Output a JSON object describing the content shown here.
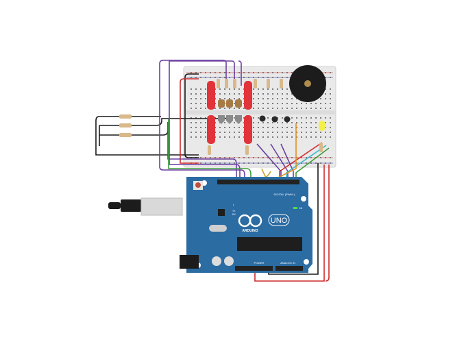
{
  "board": {
    "brand": "ARDUINO",
    "model": "UNO",
    "digital_header_label": "DIGITAL (PWM~)",
    "power_header_label": "POWER",
    "analog_header_label": "ANALOG IN",
    "led_labels": [
      "L",
      "TX",
      "RX"
    ],
    "on_label": "ON"
  },
  "colors": {
    "board": "#2b6ca3",
    "breadboard": "#e9e9e9",
    "wire_black": "#1a1a1a",
    "wire_purple": "#6b3fa0",
    "wire_green": "#3b9c3b",
    "wire_red": "#d02a2a",
    "wire_orange": "#e0901f",
    "wire_cyan": "#3ab7c8",
    "pushbutton_red": "#e0343a",
    "buzzer": "#1c1c1c",
    "led_yellow": "#f5ef4a"
  }
}
